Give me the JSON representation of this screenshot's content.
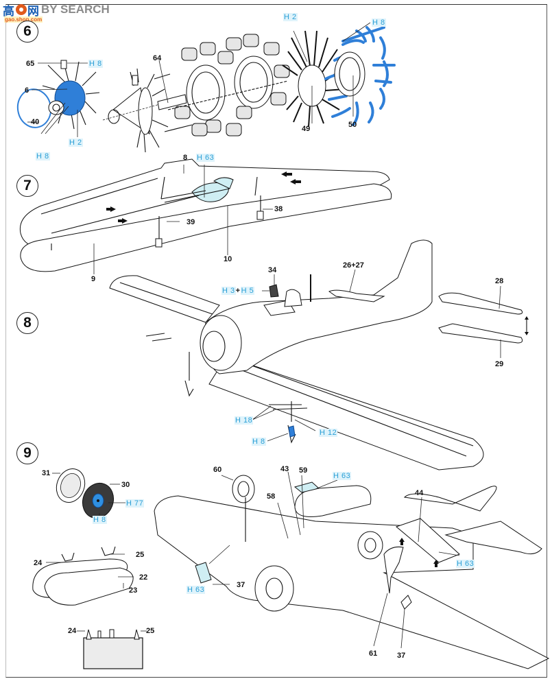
{
  "watermark": {
    "chinese": "高",
    "chinese2": "网",
    "brand": "BY SEARCH",
    "subdomain": "gao.shop.com"
  },
  "steps": [
    {
      "number": "6"
    },
    {
      "number": "7"
    },
    {
      "number": "8"
    },
    {
      "number": "9"
    }
  ],
  "step6": {
    "parts": {
      "p65": "65",
      "p6": "6",
      "p40": "40",
      "p64": "64",
      "p49": "49",
      "p50": "50"
    },
    "colors": {
      "c65": "H 8",
      "c_prop": "H 2",
      "c_ring": "H 8",
      "c49": "H 2",
      "c50": "H 8"
    }
  },
  "step7": {
    "parts": {
      "p8": "8",
      "p38": "38",
      "p39": "39",
      "p10": "10",
      "p9": "9"
    },
    "colors": {
      "c_cockpit": "H 63"
    }
  },
  "step8": {
    "parts": {
      "p34": "34",
      "p26_27": "26+27",
      "p28": "28",
      "p29": "29"
    },
    "colors": {
      "c34a": "H 3",
      "c34_plus": "+",
      "c34b": "H 5",
      "c_strut_a": "H 18",
      "c_strut_b": "H 12",
      "c_strut_c": "H 8"
    }
  },
  "step9": {
    "parts": {
      "p31": "31",
      "p30": "30",
      "p24": "24",
      "p25": "25",
      "p22": "22",
      "p23": "23",
      "p24b": "24",
      "p25b": "25",
      "p60": "60",
      "p43": "43",
      "p59": "59",
      "p58": "58",
      "p44": "44",
      "p37": "37",
      "p61": "61",
      "p37b": "37"
    },
    "colors": {
      "c_hub": "H 77",
      "c_wheel": "H 8",
      "c59": "H 63",
      "c44": "H 63",
      "c37": "H 63"
    }
  }
}
